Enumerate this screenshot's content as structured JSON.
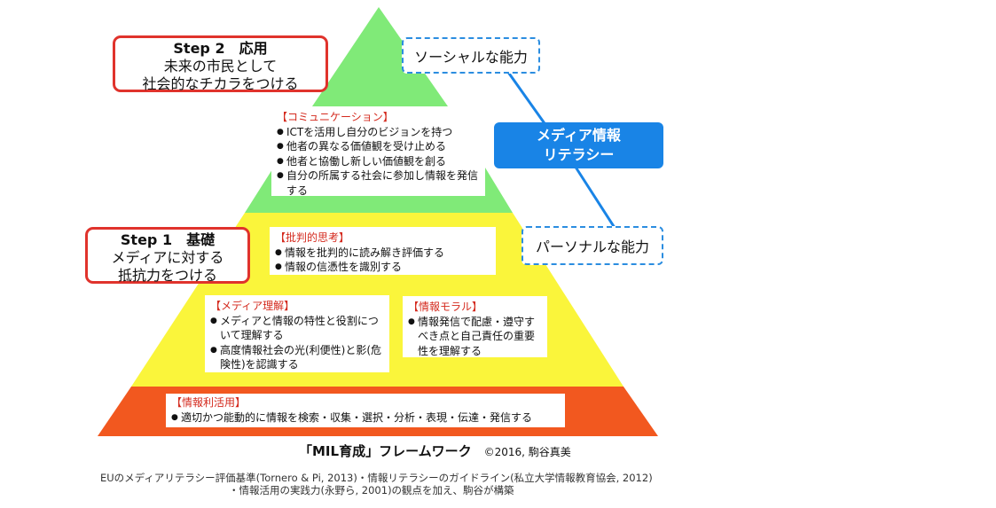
{
  "step2": {
    "title": "Step 2　応用",
    "line1": "未来の市民として",
    "line2": "社会的なチカラをつける"
  },
  "step1": {
    "title": "Step 1　基礎",
    "line1": "メディアに対する",
    "line2": "抵抗力をつける"
  },
  "social_ability": "ソーシャルな能力",
  "personal_ability": "パーソナルな能力",
  "media_literacy": {
    "line1": "メディア情報",
    "line2": "リテラシー"
  },
  "communication": {
    "heading": "【コミュニケーション】",
    "items": [
      "ICTを活用し自分のビジョンを持つ",
      "他者の異なる価値観を受け止める",
      "他者と協働し新しい価値観を創る",
      "自分の所属する社会に参加し情報を発信する"
    ]
  },
  "critical_thinking": {
    "heading": "【批判的思考】",
    "items": [
      "情報を批判的に読み解き評価する",
      "情報の信憑性を識別する"
    ]
  },
  "media_understanding": {
    "heading": "【メディア理解】",
    "items": [
      "メディアと情報の特性と役割について理解する",
      "高度情報社会の光(利便性)と影(危険性)を認識する"
    ]
  },
  "info_morals": {
    "heading": "【情報モラル】",
    "items": [
      "情報発信で配慮・遵守すべき点と自己責任の重要性を理解する"
    ]
  },
  "info_utilization": {
    "heading": "【情報利活用】",
    "items": [
      "適切かつ能動的に情報を検索・収集・選択・分析・表現・伝達・発信する"
    ]
  },
  "framework_title": "「MIL育成」フレームワーク",
  "copyright": "©2016, 駒谷真美",
  "footnote1": "EUのメディアリテラシー評価基準(Tornero & Pi, 2013)・情報リテラシーのガイドライン(私立大学情報教育協会, 2012)",
  "footnote2": "・情報活用の実践力(永野ら, 2001)の観点を加え、駒谷が構築",
  "colors": {
    "top": "#80ea78",
    "middle": "#faf53b",
    "bottom": "#f2581f",
    "accent_red": "#e0332c",
    "accent_blue": "#1984e6"
  }
}
